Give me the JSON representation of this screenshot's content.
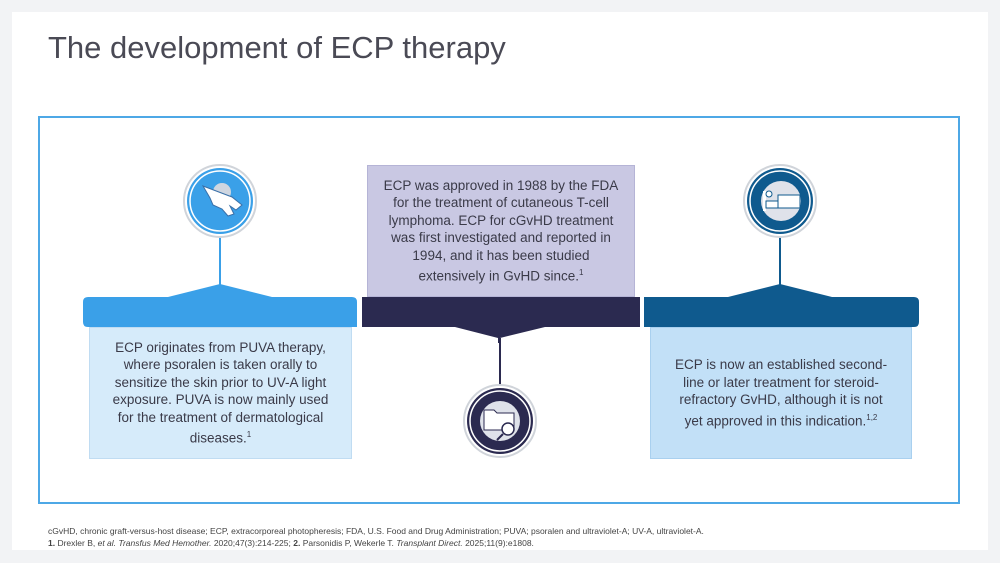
{
  "title": "The development of ECP therapy",
  "stages": [
    {
      "text": "ECP originates from PUVA therapy, where psoralen is taken orally to sensitize the skin prior to UV-A light exposure. PUVA is now mainly used for the treatment of dermatological diseases.",
      "ref": "1",
      "icon": "hand-uv-icon",
      "color": "#3aa0e8"
    },
    {
      "text": "ECP was approved in 1988 by the FDA for the treatment of cutaneous T-cell lymphoma. ECP for cGvHD treatment was first investigated and reported in 1994, and it has been studied extensively in GvHD since.",
      "ref": "1",
      "icon": "folder-search-icon",
      "color": "#2b2a50"
    },
    {
      "text": "ECP is now an established second-line or later treatment for steroid-refractory GvHD, although it is not yet approved in this indication.",
      "ref": "1,2",
      "icon": "hospital-bed-icon",
      "color": "#0f5a8e"
    }
  ],
  "footnote": {
    "abbreviations": "cGvHD, chronic graft-versus-host disease; ECP, extracorporeal photopheresis; FDA, U.S. Food and Drug Administration; PUVA; psoralen and ultraviolet-A; UV-A, ultraviolet-A.",
    "ref1_num": "1.",
    "ref1_a": " Drexler B, ",
    "ref1_etal": "et al. Transfus Med Hemother.",
    "ref1_b": " 2020;47(3):214-225; ",
    "ref2_num": "2.",
    "ref2_a": " Parsonidis P,  Wekerle T. ",
    "ref2_journal": "Transplant Direct.",
    "ref2_b": " 2025;11(9):e1808."
  }
}
